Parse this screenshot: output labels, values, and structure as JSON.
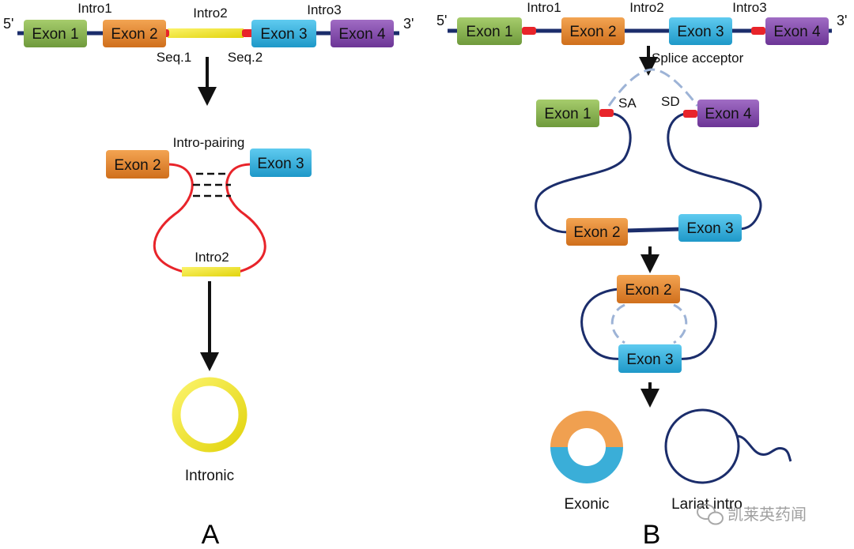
{
  "colors": {
    "exon1": "#8cb554",
    "exon2": "#e88a30",
    "exon3": "#33b6e2",
    "exon4": "#8a4fb1",
    "backbone": "#1b2d6b",
    "intron_red": "#e8242a",
    "intron_yellow": "#f0e81c",
    "dashed": "#9db3d6"
  },
  "panel_a": {
    "letter": "A",
    "prime5": "5'",
    "prime3": "3'",
    "exon1": "Exon 1",
    "exon2": "Exon 2",
    "exon3": "Exon 3",
    "exon4": "Exon 4",
    "intro1": "Intro1",
    "intro2": "Intro2",
    "intro3": "Intro3",
    "seq1": "Seq.1",
    "seq2": "Seq.2",
    "pairing_label": "Intro-pairing",
    "pair_exon_left": "Exon 2",
    "pair_exon_right": "Exon 3",
    "loop_intron_label": "Intro2",
    "product_label": "Intronic"
  },
  "panel_b": {
    "letter": "B",
    "prime5": "5'",
    "prime3": "3'",
    "exon1": "Exon 1",
    "exon2": "Exon 2",
    "exon3": "Exon 3",
    "exon4": "Exon 4",
    "intro1": "Intro1",
    "intro2": "Intro2",
    "intro3": "Intro3",
    "splice_label": "Splice acceptor",
    "sa": "SA",
    "sd": "SD",
    "loop_exon1": "Exon 1",
    "loop_exon4": "Exon 4",
    "loop_exon2": "Exon 2",
    "loop_exon3": "Exon 3",
    "circ_exon2": "Exon 2",
    "circ_exon3": "Exon 3",
    "product_exonic": "Exonic",
    "product_lariat": "Lariat intro"
  },
  "watermark": "凯莱英药闻"
}
